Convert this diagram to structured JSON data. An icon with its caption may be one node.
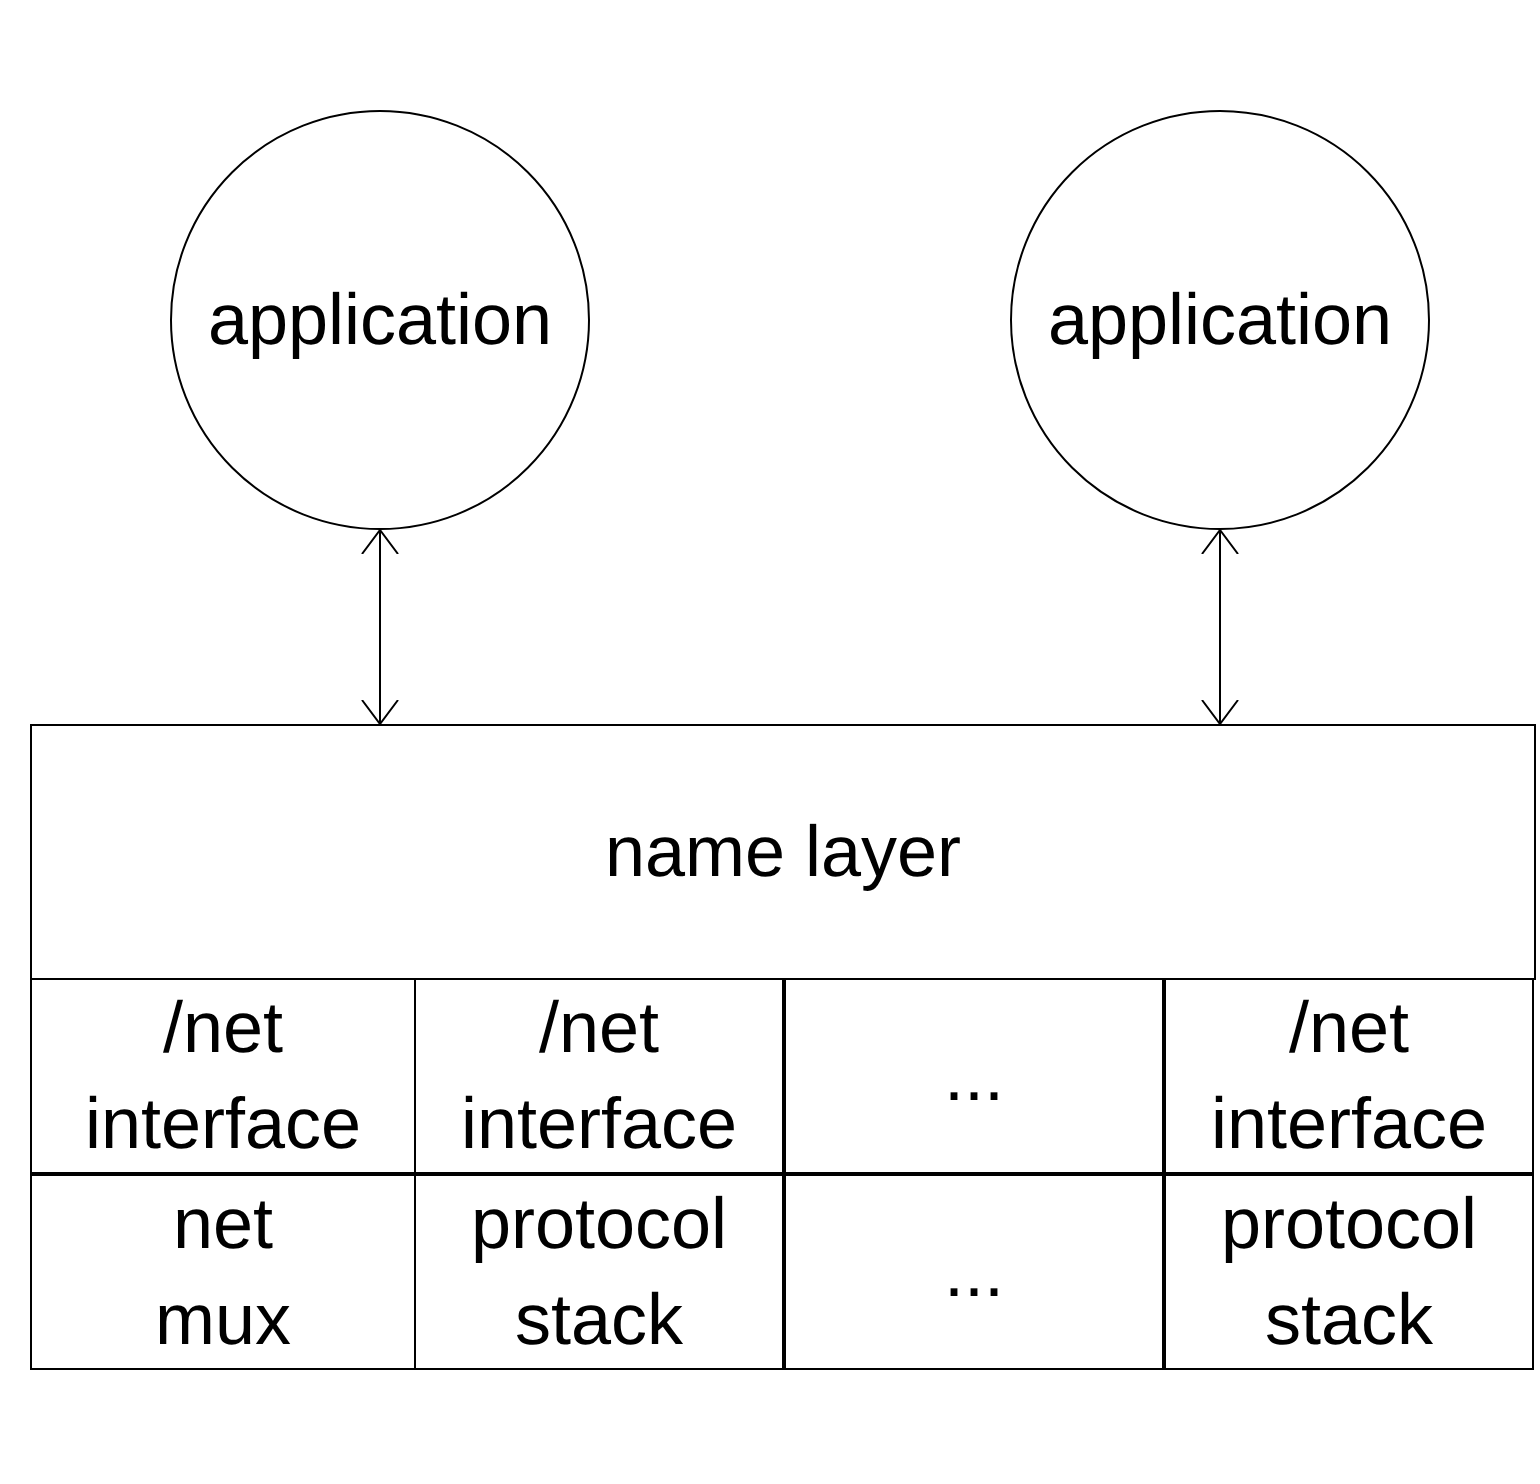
{
  "diagram": {
    "nodes": [
      {
        "text": [
          "application"
        ]
      },
      {
        "text": [
          "application"
        ]
      },
      {
        "text": [
          "name layer"
        ]
      },
      {
        "text": [
          "/net interface"
        ]
      },
      {
        "text": [
          "/net interface"
        ]
      },
      {
        "text": [
          "..."
        ]
      },
      {
        "text": [
          "/net interface"
        ]
      },
      {
        "text": [
          "net mux"
        ]
      },
      {
        "text": [
          "protocol stack"
        ]
      },
      {
        "text": [
          "..."
        ]
      },
      {
        "text": [
          "protocol stack"
        ]
      }
    ],
    "edges": [
      {
        "from": 0,
        "to": 2,
        "arrow": "both"
      },
      {
        "from": 1,
        "to": 2,
        "arrow": "both"
      }
    ]
  }
}
